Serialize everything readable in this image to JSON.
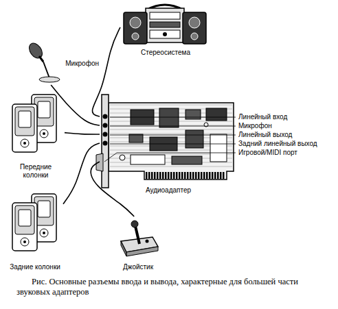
{
  "diagram": {
    "caption": "Рис. Основные разъемы ввода и вывода, характерные для большей части звуковых адаптеров",
    "nodes": [
      {
        "text": [
          "Стереосистема"
        ]
      },
      {
        "text": [
          "Микрофон"
        ]
      },
      {
        "text": [
          "Передние колонки"
        ]
      },
      {
        "text": [
          "Аудиоадаптер"
        ]
      },
      {
        "text": [
          "Задние колонки"
        ]
      },
      {
        "text": [
          "Джойстик"
        ]
      }
    ],
    "edges": [
      {
        "from": 0,
        "to": 3,
        "arrow": "none"
      },
      {
        "from": 1,
        "to": 3,
        "arrow": "none"
      },
      {
        "from": 2,
        "to": 3,
        "arrow": "none"
      },
      {
        "from": 4,
        "to": 3,
        "arrow": "none"
      },
      {
        "from": 5,
        "to": 3,
        "arrow": "none"
      }
    ],
    "labels": [
      "Линейный вход",
      "Микрофон",
      "Линейный выход",
      "Задний линейный выход",
      "Игровой/MIDI порт"
    ]
  }
}
